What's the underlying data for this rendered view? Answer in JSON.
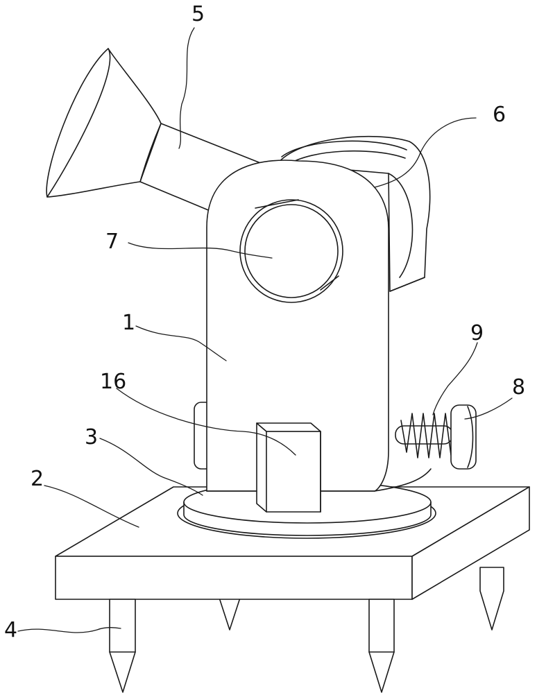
{
  "labels": {
    "body": "1",
    "base_plate": "2",
    "turntable": "3",
    "ground_spike": "4",
    "funnel_tube": "5",
    "pivot_drum": "6",
    "axle_hole": "7",
    "locking_knob": "8",
    "spring": "9",
    "lock_block": "16"
  }
}
